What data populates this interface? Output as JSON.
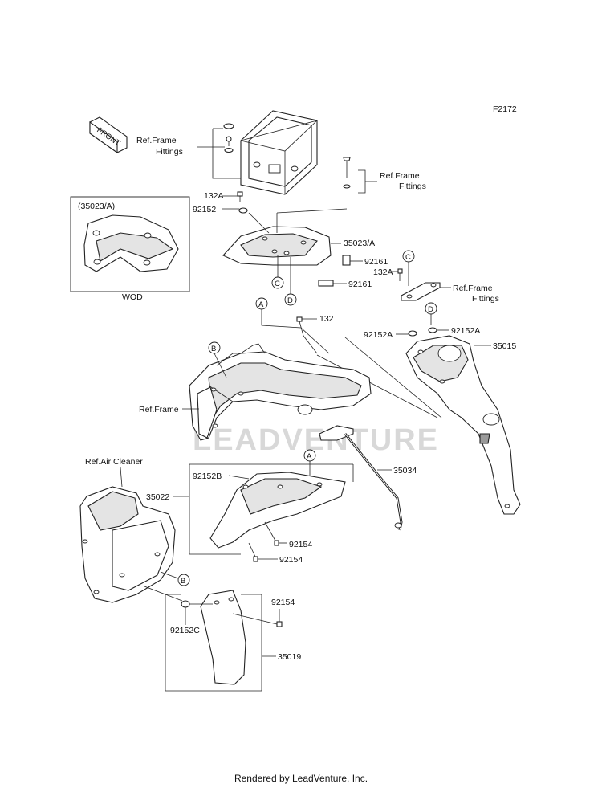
{
  "diagram_code": "F2172",
  "watermark": "LEADVENTURE",
  "front_arrow_label": "FRONT",
  "inset": {
    "title": "(35023/A)",
    "caption": "WOD"
  },
  "labels": {
    "ref_frame_fittings_1": [
      "Ref.Frame",
      "Fittings"
    ],
    "ref_frame_fittings_2": [
      "Ref.Frame",
      "Fittings"
    ],
    "ref_frame_fittings_3": [
      "Ref.Frame",
      "Fittings"
    ],
    "ref_frame": "Ref.Frame",
    "ref_air_cleaner": "Ref.Air Cleaner",
    "p_132A_top": "132A",
    "p_92152_top": "92152",
    "p_35023A": "35023/A",
    "p_92161_a": "92161",
    "p_92161_b": "92161",
    "p_132A_right": "132A",
    "p_132": "132",
    "p_92152A_left": "92152A",
    "p_92152A_right": "92152A",
    "p_35015": "35015",
    "p_35034": "35034",
    "p_35022": "35022",
    "p_92152B": "92152B",
    "p_92154_a": "92154",
    "p_92154_b": "92154",
    "p_92154_c": "92154",
    "p_92152C": "92152C",
    "p_35019": "35019"
  },
  "callouts": {
    "c1": "C",
    "d1": "D",
    "a1": "A",
    "c2": "C",
    "d2": "D",
    "b1": "B",
    "a2": "A",
    "b2": "B"
  },
  "footer": "Rendered by LeadVenture, Inc."
}
